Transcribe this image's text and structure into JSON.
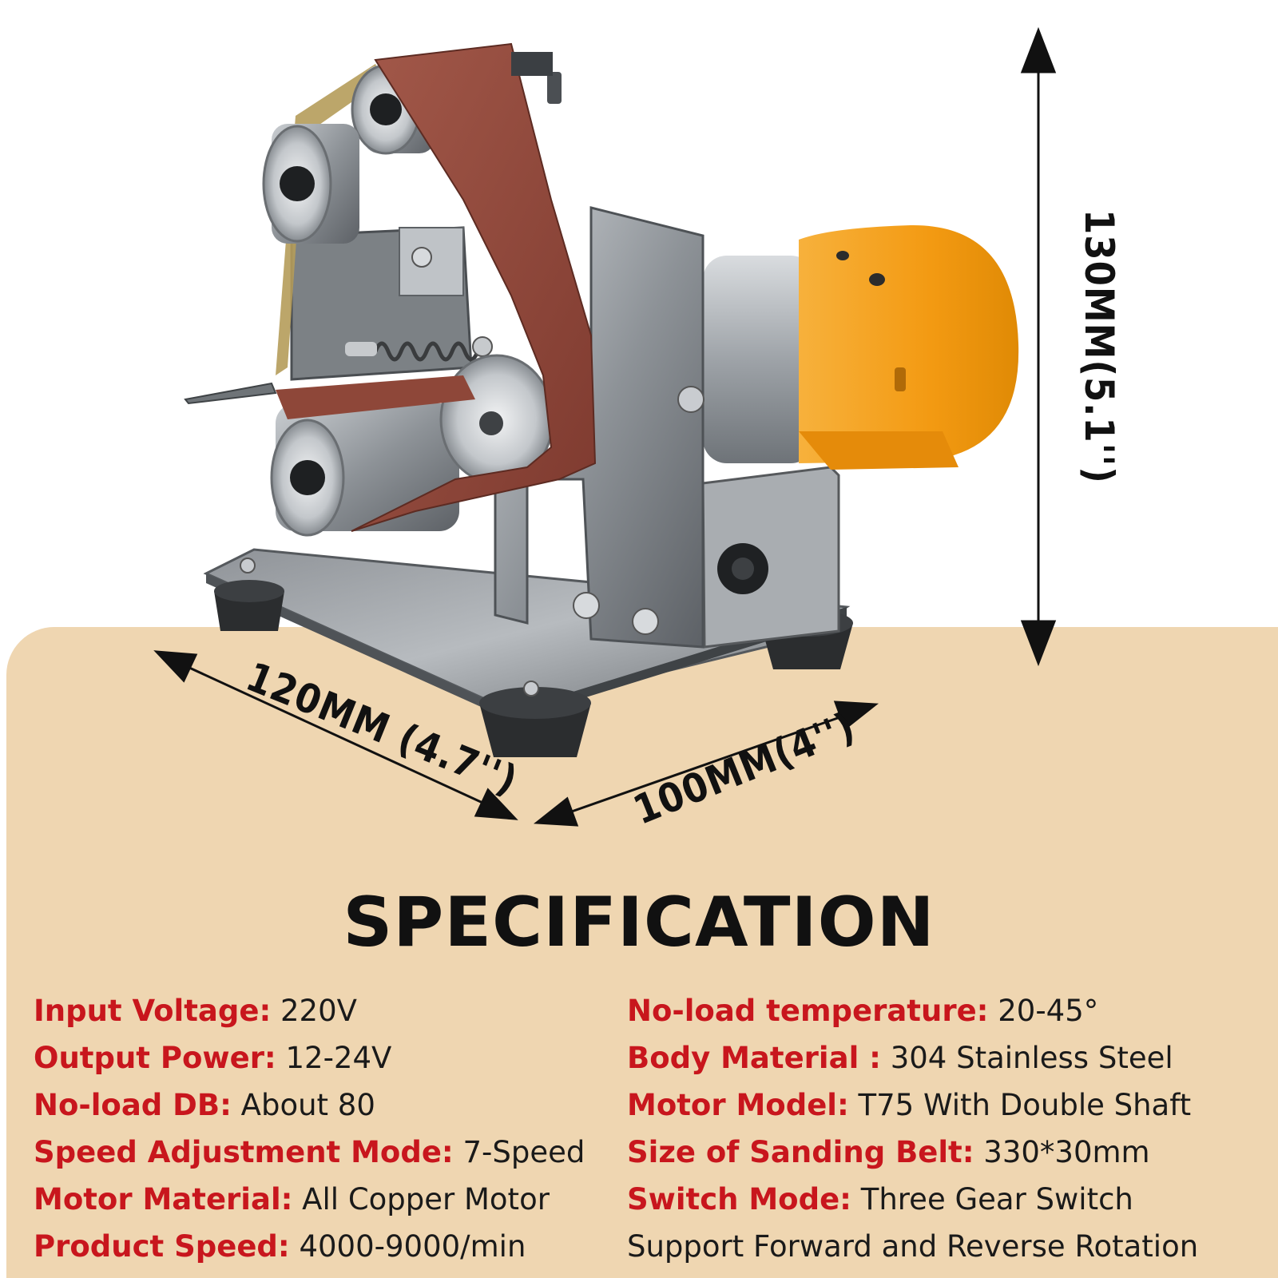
{
  "dimensions": {
    "height": "130MM(5.1'')",
    "length": "120MM (4.7'')",
    "width": "100MM(4'')"
  },
  "title": "SPECIFICATION",
  "specs_left": [
    {
      "key": "Input Voltage:",
      "value": " 220V"
    },
    {
      "key": "Output Power:",
      "value": " 12-24V"
    },
    {
      "key": "No-load DB:",
      "value": " About 80"
    },
    {
      "key": "Speed Adjustment Mode:",
      "value": " 7-Speed"
    },
    {
      "key": "Motor Material:",
      "value": " All Copper Motor"
    },
    {
      "key": "Product Speed:",
      "value": " 4000-9000/min"
    }
  ],
  "specs_right": [
    {
      "key": "No-load temperature:",
      "value": " 20-45°"
    },
    {
      "key": "Body Material :",
      "value": " 304 Stainless Steel"
    },
    {
      "key": "Motor Model:",
      "value": " T75 With Double Shaft"
    },
    {
      "key": "Size of Sanding Belt:",
      "value": " 330*30mm"
    },
    {
      "key": "Switch Mode:",
      "value": " Three Gear Switch"
    },
    {
      "key": "",
      "value": "Support Forward and Reverse Rotation"
    }
  ],
  "colors": {
    "key_red": "#c8161d",
    "panel_tan": "#efd6b1",
    "motor_orange": "#f5a623",
    "belt_brown": "#9a4a3c"
  }
}
